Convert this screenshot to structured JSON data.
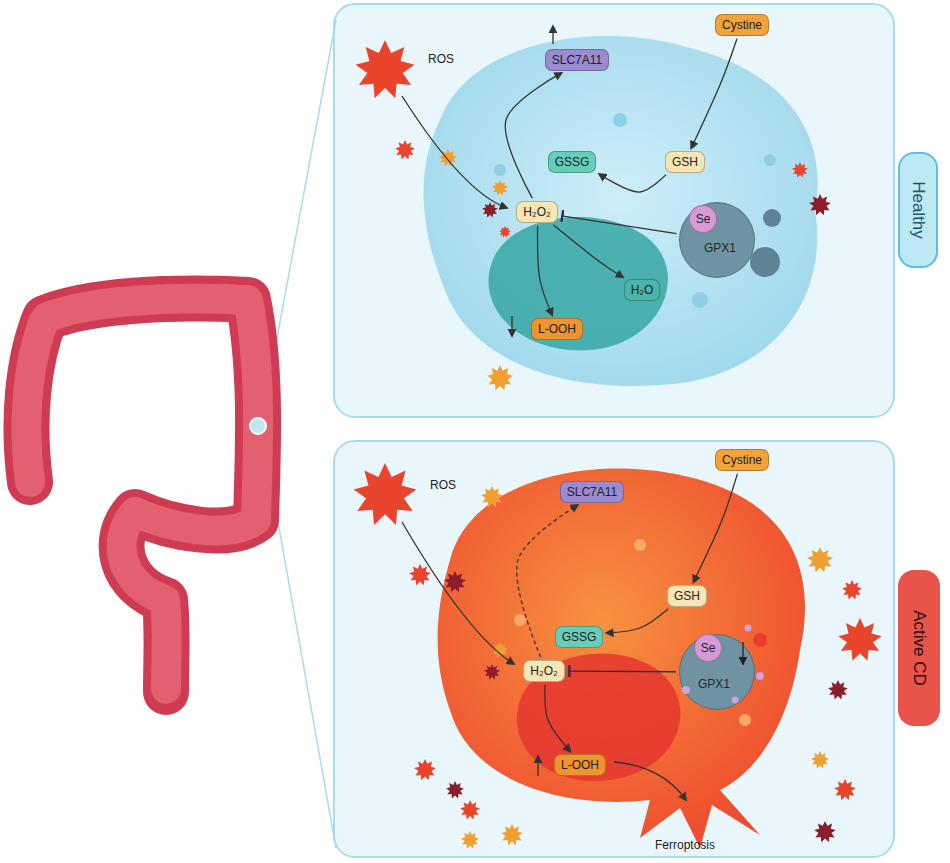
{
  "diagram": {
    "nodes": [
      {
        "text": [
          "Healthy"
        ]
      },
      {
        "text": [
          "SLC7A11"
        ],
        "in": 0
      },
      {
        "text": [
          "Cystine"
        ],
        "in": 0
      },
      {
        "text": [
          "GSSG"
        ],
        "in": 0
      },
      {
        "text": [
          "GSH"
        ],
        "in": 0
      },
      {
        "text": [
          "H₂O₂"
        ],
        "in": 0
      },
      {
        "text": [
          "GPX1"
        ],
        "in": 0
      },
      {
        "text": [
          "Se"
        ],
        "in": 6
      },
      {
        "text": [
          "H₂O"
        ],
        "in": 0
      },
      {
        "text": [
          "L-OOH"
        ],
        "in": 0
      },
      {
        "text": [
          "Active CD"
        ]
      },
      {
        "text": [
          "SLC7A11"
        ],
        "in": 10
      },
      {
        "text": [
          "Cystine"
        ],
        "in": 10
      },
      {
        "text": [
          "GSH"
        ],
        "in": 10
      },
      {
        "text": [
          "GSSG"
        ],
        "in": 10
      },
      {
        "text": [
          "H₂O₂"
        ],
        "in": 10
      },
      {
        "text": [
          "GPX1"
        ],
        "in": 10
      },
      {
        "text": [
          "Se"
        ],
        "in": 16
      },
      {
        "text": [
          "L-OOH"
        ],
        "in": 10
      }
    ],
    "edges": [
      {
        "from": 5,
        "to": 1,
        "arrow": "to"
      },
      {
        "from": 2,
        "to": 4,
        "arrow": "to"
      },
      {
        "from": 4,
        "to": 3,
        "arrow": "to"
      },
      {
        "from": 6,
        "to": 5,
        "arrow": "to"
      },
      {
        "from": 5,
        "to": 8,
        "arrow": "to"
      },
      {
        "from": 5,
        "to": 9,
        "arrow": "to"
      },
      {
        "from": 15,
        "to": 11,
        "arrow": "to"
      },
      {
        "from": 12,
        "to": 13,
        "arrow": "to"
      },
      {
        "from": 13,
        "to": 14,
        "arrow": "to"
      },
      {
        "from": 16,
        "to": 15,
        "arrow": "to"
      },
      {
        "from": 15,
        "to": 18,
        "arrow": "to"
      }
    ],
    "labels": [
      "ROS",
      "ROS",
      "Ferroptosis"
    ]
  }
}
